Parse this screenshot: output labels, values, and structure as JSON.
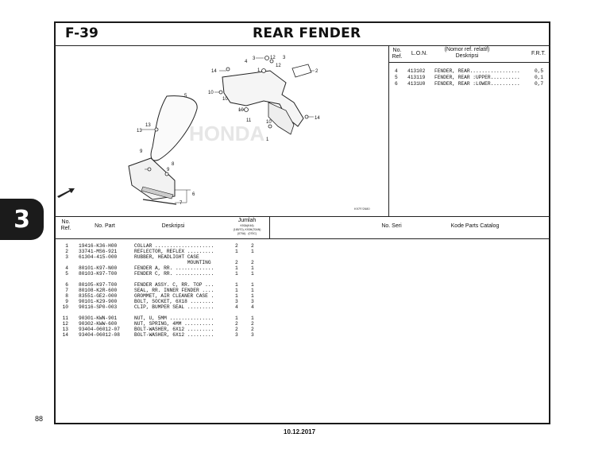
{
  "page": {
    "section_code": "F-39",
    "title": "REAR FENDER",
    "page_number": "88",
    "date": "10.12.2017",
    "chapter_tab": "3"
  },
  "ref_table": {
    "headers": {
      "no": "No.",
      "ref": "Ref.",
      "lon": "L.O.N.",
      "nomor": "(Nomor ref. relatif)",
      "deskripsi": "Deskripsi",
      "frt": "F.R.T."
    },
    "rows": [
      {
        "no": "4",
        "lon": "413102",
        "desc": "FENDER, REAR.................",
        "frt": "0,5"
      },
      {
        "no": "5",
        "lon": "413119",
        "desc": "FENDER, REAR :UPPER..........",
        "frt": "0,1"
      },
      {
        "no": "6",
        "lon": "4131U0",
        "desc": "FENDER, REAR :LOWER..........",
        "frt": "0,7"
      }
    ]
  },
  "parts_table": {
    "headers": {
      "no": "No.",
      "ref": "Ref.",
      "no_part": "No. Part",
      "deskripsi": "Deskripsi",
      "jumlah": "Jumlah",
      "model": "K93A(K46)",
      "sub_model": "(165/70), K93H(70AN)",
      "col1": "(070A)",
      "col2": "(070C)",
      "no_seri": "No. Seri",
      "kode": "Kode Parts Catalog"
    },
    "rows": [
      {
        "no": "1",
        "part": "19416-K36-H00",
        "desc": "COLLAR ....................",
        "q1": "2",
        "q2": "2"
      },
      {
        "no": "2",
        "part": "33741-MS6-921",
        "desc": "REFLECTOR, REFLEX .........",
        "q1": "1",
        "q2": "1"
      },
      {
        "no": "3",
        "part": "61304-415-000",
        "desc": "RUBBER, HEADLIGHT CASE",
        "q1": "",
        "q2": ""
      },
      {
        "no": "",
        "part": "",
        "desc": "                  MOUNTING",
        "q1": "2",
        "q2": "2"
      },
      {
        "no": "4",
        "part": "80101-K97-N00",
        "desc": "FENDER A, RR. .............",
        "q1": "1",
        "q2": "1"
      },
      {
        "no": "5",
        "part": "80103-K97-T00",
        "desc": "FENDER C, RR. .............",
        "q1": "1",
        "q2": "1"
      },
      {
        "no": "6",
        "part": "80105-K97-T00",
        "desc": "FENDER ASSY. C, RR. TOP ...",
        "q1": "1",
        "q2": "1"
      },
      {
        "no": "7",
        "part": "80108-K2R-600",
        "desc": "SEAL, RR. INNER FENDER ....",
        "q1": "1",
        "q2": "1"
      },
      {
        "no": "8",
        "part": "83551-GE2-000",
        "desc": "GROMMET, AIR CLEANER CASE .",
        "q1": "1",
        "q2": "1"
      },
      {
        "no": "9",
        "part": "90101-K29-900",
        "desc": "BOLT, SOCKET, 6X18 ........",
        "q1": "3",
        "q2": "3"
      },
      {
        "no": "10",
        "part": "90116-SP0-003",
        "desc": "CLIP, BUMPER SEAL .........",
        "q1": "4",
        "q2": "4"
      },
      {
        "no": "11",
        "part": "90301-KWN-901",
        "desc": "NUT, U, 5MM ...............",
        "q1": "1",
        "q2": "1"
      },
      {
        "no": "12",
        "part": "90302-KWW-600",
        "desc": "NUT, SPRING, 4MM ..........",
        "q1": "2",
        "q2": "2"
      },
      {
        "no": "13",
        "part": "93404-06012-07",
        "desc": "BOLT-WASHER, 6X12 .........",
        "q1": "2",
        "q2": "2"
      },
      {
        "no": "14",
        "part": "93404-06012-08",
        "desc": "BOLT-WASHER, 6X12 .........",
        "q1": "3",
        "q2": "3"
      }
    ]
  },
  "diagram": {
    "labels": [
      "1",
      "2",
      "3",
      "4",
      "5",
      "6",
      "7",
      "8",
      "9",
      "10",
      "11",
      "12",
      "13",
      "14"
    ],
    "code": "K97F/2680",
    "watermark": "HONDA"
  }
}
